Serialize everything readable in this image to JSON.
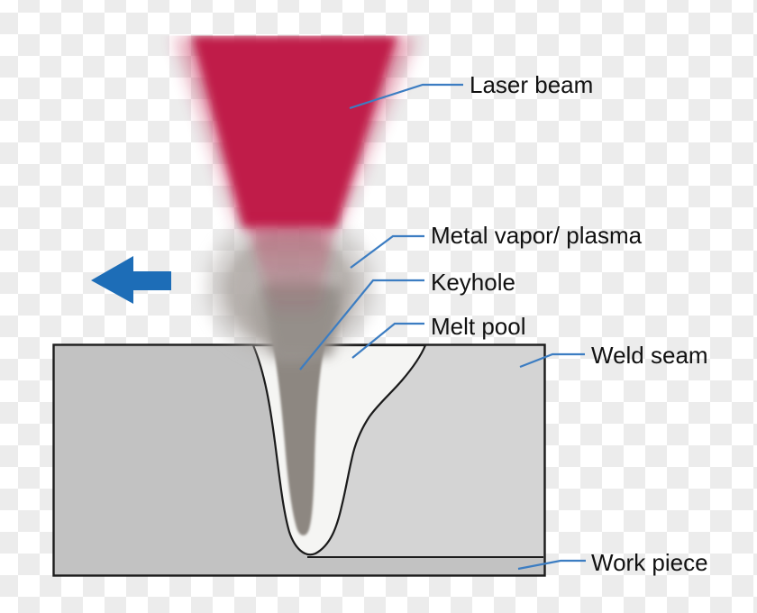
{
  "labels": {
    "laser_beam": "Laser beam",
    "metal_vapor": "Metal vapor/ plasma",
    "keyhole": "Keyhole",
    "melt_pool": "Melt pool",
    "weld_seam": "Weld seam",
    "work_piece": "Work piece"
  },
  "icons": {
    "direction_arrow": "arrow-left-icon"
  },
  "colors": {
    "laser_beam": "#c01d4a",
    "vapor_cloud": "#b2adaa",
    "vapor_column": "#918b86",
    "keyhole": "#8d8781",
    "melt_pool": "#f5f5f3",
    "work_piece_base": "#c2c2c2",
    "weld_seam": "#d4d4d4",
    "outline": "#1c1c1c",
    "leader_line": "#3c7dc2",
    "arrow": "#1d6db7",
    "checker_gray": "#ececec",
    "label_text": "#111111"
  }
}
